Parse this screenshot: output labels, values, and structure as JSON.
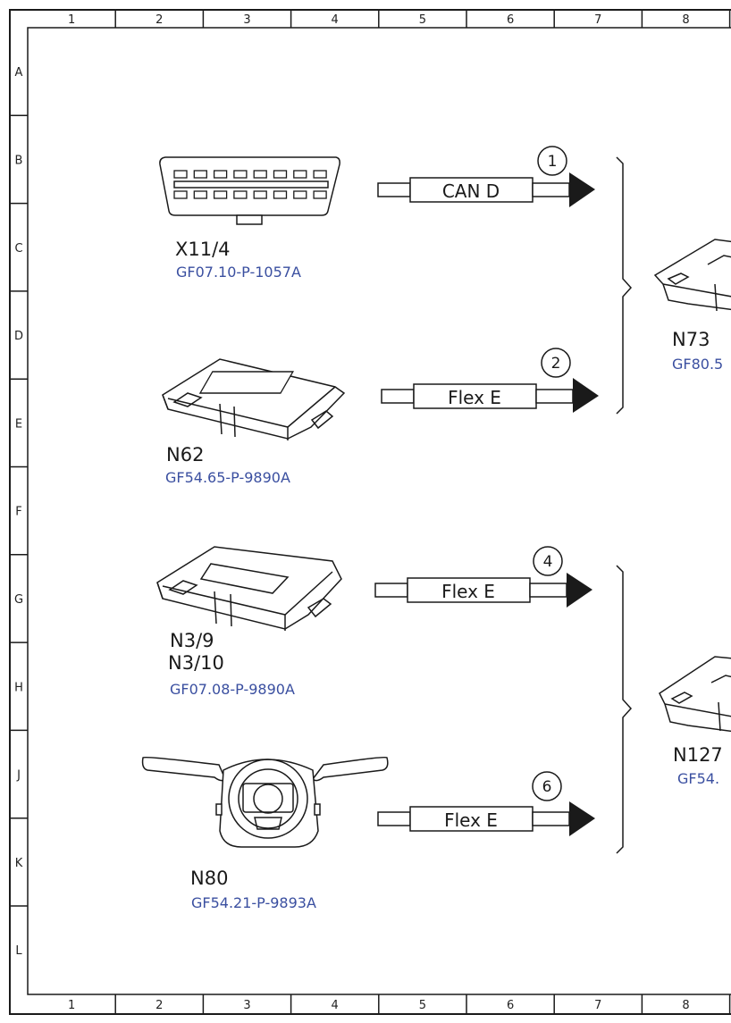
{
  "grid": {
    "columns": [
      "1",
      "2",
      "3",
      "4",
      "5",
      "6",
      "7",
      "8"
    ],
    "rows": [
      "A",
      "B",
      "C",
      "D",
      "E",
      "F",
      "G",
      "H",
      "J",
      "K",
      "L"
    ]
  },
  "components": {
    "x11_4": {
      "id": "X11/4",
      "ref": "GF07.10-P-1057A"
    },
    "n62": {
      "id": "N62",
      "ref": "GF54.65-P-9890A"
    },
    "n3": {
      "id_line1": "N3/9",
      "id_line2": "N3/10",
      "ref": "GF07.08-P-9890A"
    },
    "n80": {
      "id": "N80",
      "ref": "GF54.21-P-9893A"
    },
    "n73": {
      "id": "N73",
      "ref": "GF80.5"
    },
    "n127": {
      "id": "N127",
      "ref": "GF54."
    }
  },
  "connections": [
    {
      "bus": "CAN D",
      "number": "1"
    },
    {
      "bus": "Flex E",
      "number": "2"
    },
    {
      "bus": "Flex E",
      "number": "4"
    },
    {
      "bus": "Flex E",
      "number": "6"
    }
  ]
}
